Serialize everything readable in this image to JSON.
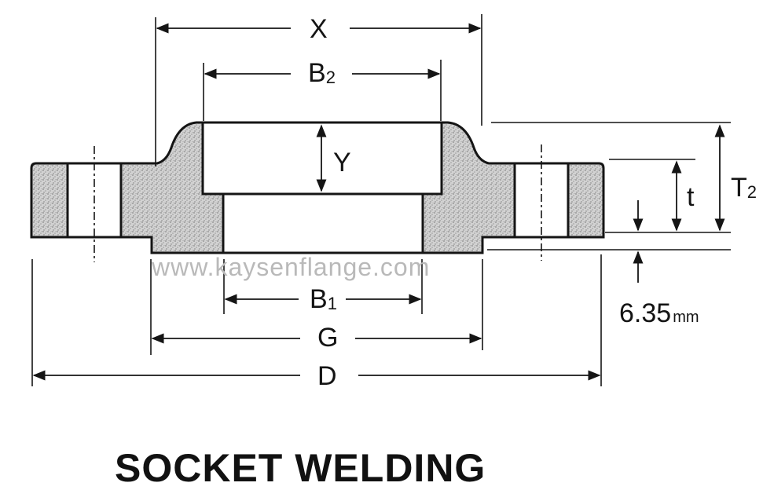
{
  "diagram": {
    "title": "SOCKET WELDING",
    "watermark": "www.kaysenflange.com",
    "labels": {
      "x": "X",
      "b2_main": "B",
      "b2_sub": "2",
      "y": "Y",
      "t2_main": "T",
      "t2_sub": "2",
      "t": "t",
      "b1_main": "B",
      "b1_sub": "1",
      "g": "G",
      "d": "D",
      "offset_value": "6.35",
      "offset_unit": "mm"
    }
  }
}
